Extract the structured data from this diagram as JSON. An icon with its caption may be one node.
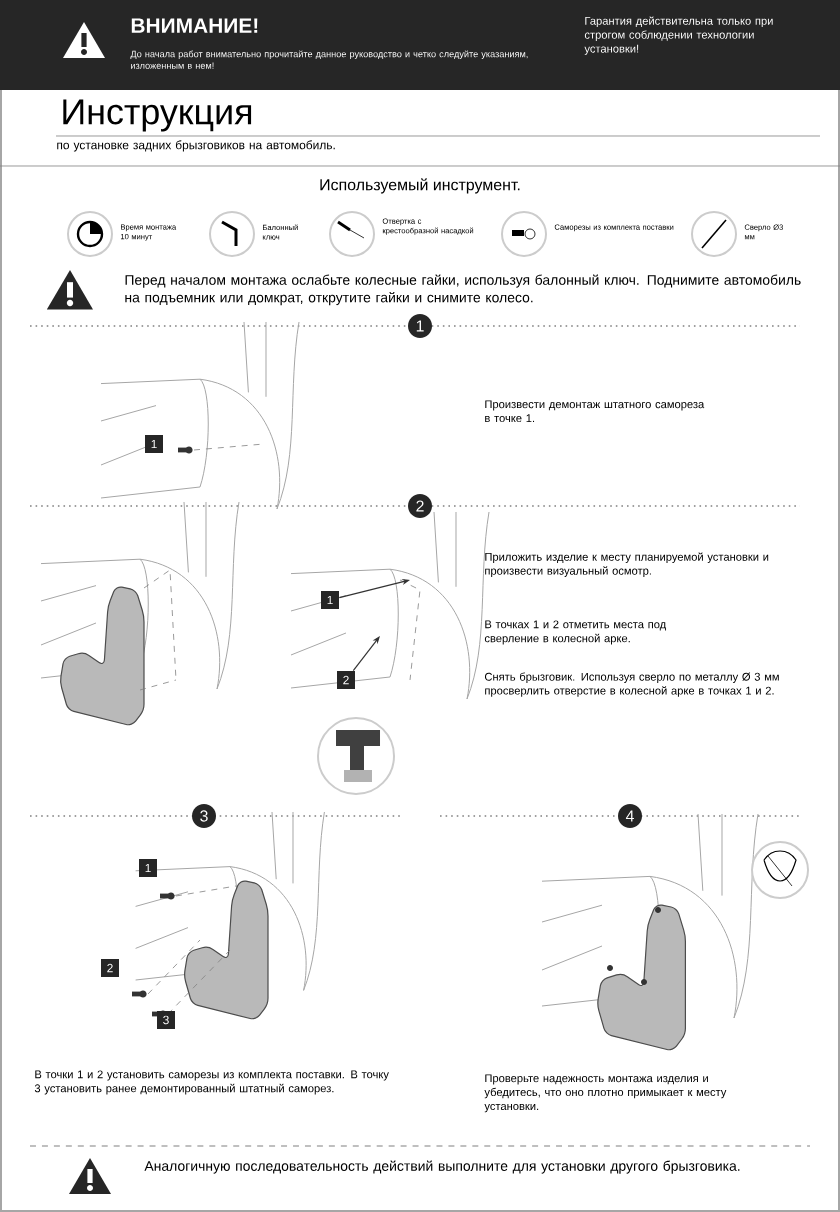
{
  "diagram": {
    "title": "Инструкция",
    "nodes": [
      {
        "text": [
          "1"
        ]
      },
      {
        "text": [
          "2"
        ]
      }
    ],
    "edges": [
      {
        "from": 0,
        "to": null,
        "arrow": "to"
      },
      {
        "from": 1,
        "to": null,
        "arrow": "to"
      }
    ],
    "labels": [
      "ВНИМАНИЕ!",
      "До начала работ внимательно прочитайте данное руководство и четко следуйте указаниям, изложенным в нем!",
      "Гарантия действительна только при строгом соблюдении технологии установки!",
      "по установке задних брызговиков на автомобиль.",
      "Используемый инструмент.",
      "Время монтажа 10 минут",
      "Балонный ключ",
      "Отвертка с крестообразной насадкой",
      "Саморезы из комплекта поставки",
      "Сверло Ø3 мм",
      "Перед началом монтажа ослабьте колесные гайки, используя балонный ключ. Поднимите автомобиль на подъемник или домкрат, открутите гайки и снимите колесо.",
      "1",
      "1",
      "Произвести демонтаж штатного самореза в точке 1.",
      "2",
      "Приложить изделие к месту планируемой установки и произвести визуальный осмотр.",
      "В точках 1 и 2 отметить места под сверление в колесной арке.",
      "Снять брызговик. Используя сверло по металлу Ø 3 мм просверлить отверстие в колесной арке в точках 1 и 2.",
      "3",
      "4",
      "1",
      "2",
      "3",
      "В точки 1 и 2 установить саморезы из комплекта поставки. В точку 3 установить ранее демонтированный штатный саморез.",
      "Проверьте надежность монтажа изделия и убедитесь, что оно плотно примыкает к месту установки.",
      "Аналогичную последовательность действий выполните для установки другого брызговика."
    ]
  }
}
